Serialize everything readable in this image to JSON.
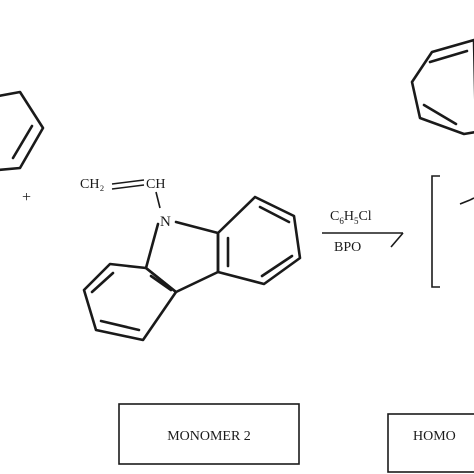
{
  "scheme": {
    "plus_sign": "+",
    "monomer2": {
      "vinyl_left": "CH₂",
      "vinyl_right": "CH",
      "nitrogen": "N",
      "label": "MONOMER 2"
    },
    "reaction": {
      "solvent_base": "C",
      "solvent_sub1": "6",
      "solvent_mid": "H",
      "solvent_sub2": "5",
      "solvent_end": "Cl",
      "initiator": "BPO"
    },
    "product": {
      "label_partial": "HOMO"
    }
  }
}
